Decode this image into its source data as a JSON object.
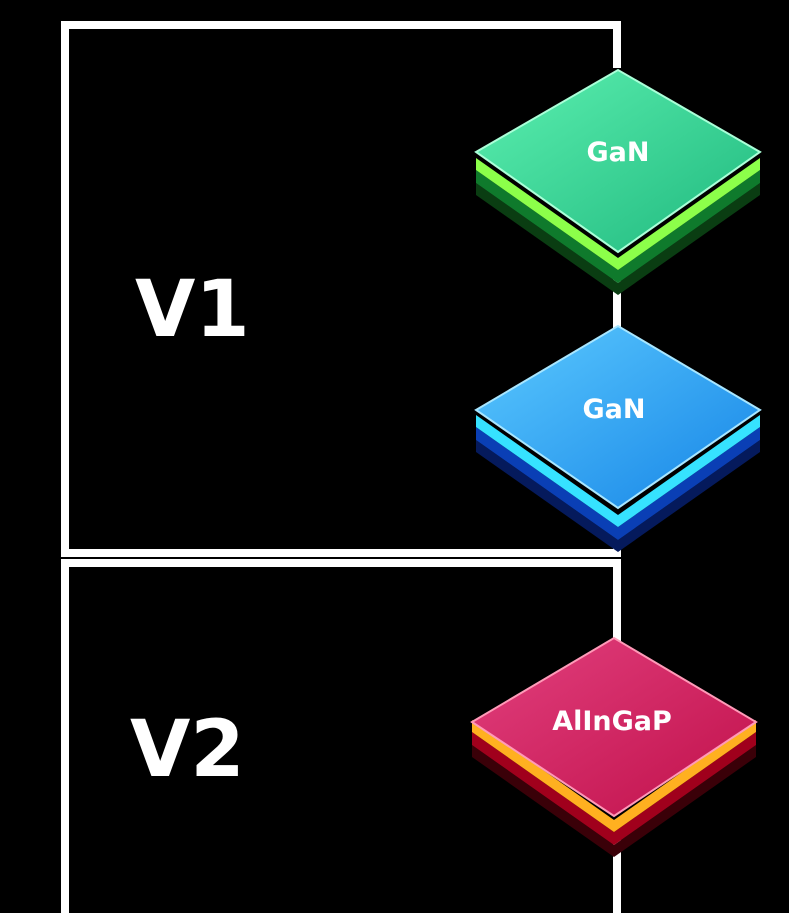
{
  "zones": {
    "v1": {
      "label": "V1"
    },
    "v2": {
      "label": "V2"
    }
  },
  "chips": [
    {
      "label": "GaN",
      "colors": {
        "top_light": "#5cf0b0",
        "top_dark": "#1fb87e",
        "side_a": "#0f7a2c",
        "side_b": "#0a3d12",
        "stripe": "#8cff4a"
      }
    },
    {
      "label": "GaN",
      "colors": {
        "top_light": "#5ccaff",
        "top_dark": "#1584e6",
        "side_a": "#0a3fb5",
        "side_b": "#051a5c",
        "stripe": "#36e2ff"
      }
    },
    {
      "label": "AlInGaP",
      "colors": {
        "top_light": "#e2407e",
        "top_dark": "#c0104a",
        "side_a": "#a0001c",
        "side_b": "#3a0008",
        "stripe": "#ffb020"
      }
    }
  ],
  "colors": {
    "background": "#000000",
    "frame": "#ffffff"
  }
}
